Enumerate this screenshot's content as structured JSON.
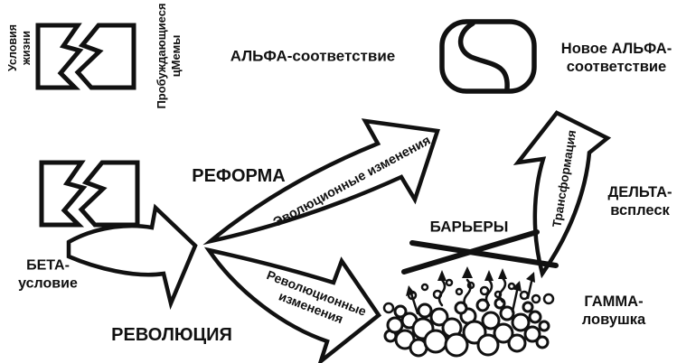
{
  "diagram": {
    "colors": {
      "ink": "#111111",
      "paper": "#ffffff"
    },
    "corner_labels": {
      "life_conditions": [
        "Условия",
        "жизни"
      ],
      "awakening_memes": [
        "Пробуждающиеся",
        "цМемы"
      ]
    },
    "states": {
      "alpha": "АЛЬФА-соответствие",
      "new_alpha": [
        "Новое АЛЬФА-",
        "соответствие"
      ],
      "beta": [
        "БЕТА-",
        "условие"
      ],
      "delta": [
        "ДЕЛЬТА-",
        "всплеск"
      ],
      "gamma": [
        "ГАММА-",
        "ловушка"
      ]
    },
    "processes": {
      "reform": "РЕФОРМА",
      "revolution": "РЕВОЛЮЦИЯ",
      "evolutionary_changes": "Эволюционные изменения",
      "revolutionary_changes": [
        "Революционные",
        "изменения"
      ],
      "transformation": "Трансформация",
      "barriers": "БАРЬЕРЫ"
    },
    "icons": {
      "broken_rectangle": "broken-rectangle-icon",
      "s_curve_capsule": "s-curve-capsule-icon",
      "barriers_cross": "crossed-lines-icon",
      "foam": "foam-bubbles-icon",
      "rising_arrows": "rising-arrows-icon"
    }
  }
}
